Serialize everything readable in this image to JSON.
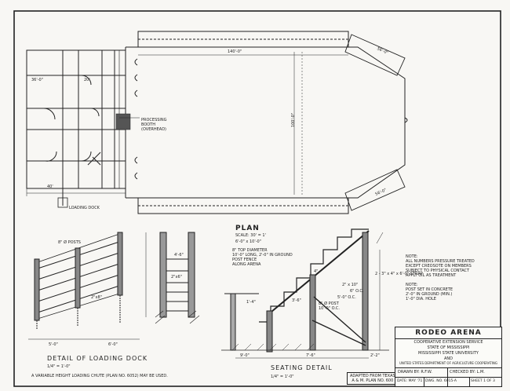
{
  "title_block": {
    "project": "RODEO ARENA",
    "service": "COOPERATIVE EXTENSION SERVICE",
    "state": "STATE OF MISSISSIPPI",
    "university": "MISSISSIPPI STATE UNIVERSITY",
    "and": "AND",
    "usda": "UNITED STATES DEPARTMENT OF AGRICULTURE  COOPERATING",
    "drawn_by": "DRAWN BY: R.F.W.",
    "checked_by": "CHECKED BY: L.M.",
    "date": "DATE: MAY '71",
    "dwg_no": "DWG. NO. 6015-A",
    "sheet": "SHEET 1 OF 3",
    "adapted": "ADAPTED FROM TEXAS",
    "adapted2": "A & M. PLAN NO. 600"
  },
  "plan": {
    "title": "PLAN",
    "scale": "SCALE: 30' = 1'",
    "dims": {
      "outer_left": "36'-0\"",
      "overall_width": "140'-0\"",
      "right_top": "56'-0\"",
      "right_bot": "56'-0\"",
      "height": "100'-0\"",
      "short": "20'",
      "bottom_left": "40'"
    },
    "note_chute": "PROCESSING BOOTH (OVERHEAD)",
    "note_dock": "LOADING DOCK",
    "note_ramp": "6'-0\" x 10'-0\""
  },
  "loading_dock": {
    "title": "DETAIL OF LOADING DOCK",
    "scale": "1/4\" = 1'-0\"",
    "note": "A VARIABLE HEIGHT LOADING CHUTE (PLAN NO. 6052) MAY BE USED.",
    "labels": {
      "posts": "8\" Ø POSTS",
      "width": "5'-0\"",
      "depth": "6'-0\"",
      "height": "4'-6\"",
      "sub1": "2\"x8\"",
      "sub2": "2\"x6\""
    }
  },
  "seating": {
    "title": "SEATING DETAIL",
    "scale": "1/4\" = 1'-0\"",
    "labels": {
      "top_note1": "8\" TOP DIAMETER",
      "top_note2": "10'-0\" LONG, 2'-0\" IN GROUND",
      "top_note3": "POST FENCE",
      "top_note4": "ALONG ARENA",
      "strap": "2 - 3\" x 4\" x 6'-0\" STRAP",
      "board": "2\" x 10\"",
      "spacing1": "6\" O.C.",
      "spacing2": "5'-0\" O.C.",
      "post1": "8\" Ø POST",
      "post2": "10'-0\" O.C.",
      "step1": "4\"",
      "step2": "3'-6\"",
      "rise": "1'-4\"",
      "dim_left": "9'-0\"",
      "dim_mid": "7'-6\"",
      "dim_right": "2'-2\""
    }
  },
  "notes": {
    "head": "NOTE:",
    "l1": "ALL NUMBERS PRESSURE TREATED",
    "l2": "EXCEPT CREOSOTE ON MEMBERS",
    "l3": "SUBJECT TO PHYSICAL CONTACT",
    "l4": "APPLY OIL AS TREATMENT",
    "head2": "NOTE:",
    "l5": "POST SET IN CONCRETE",
    "l6": "2'-0\" IN GROUND (MIN.)",
    "l7": "1'-0\" DIA. HOLE"
  }
}
